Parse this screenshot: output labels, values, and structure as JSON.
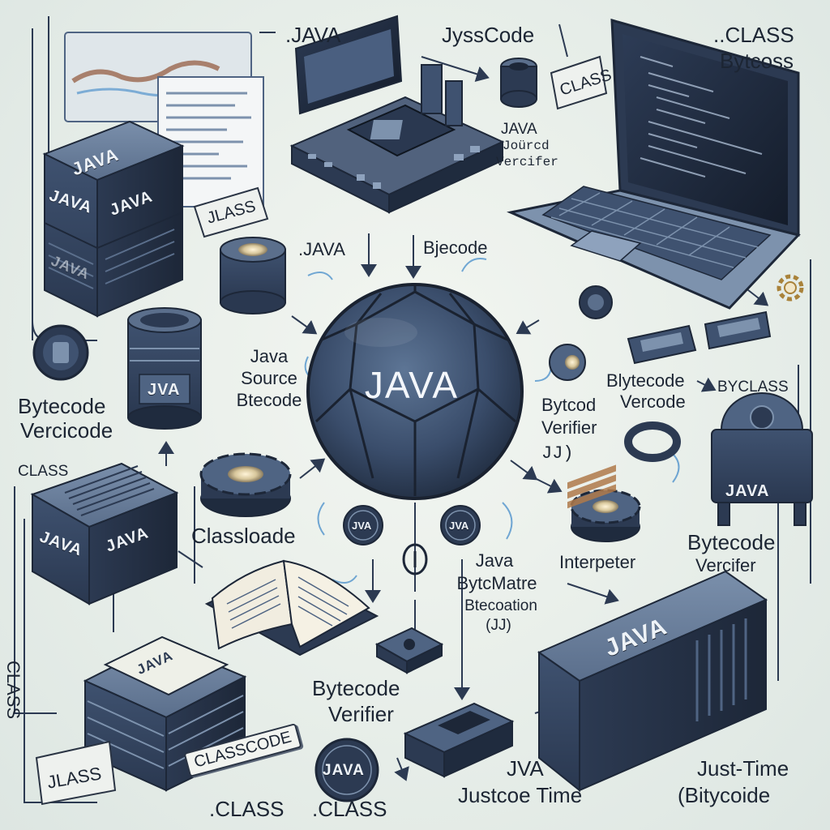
{
  "labels": {
    "top_java": ".JAVA",
    "top_jysscode": "JyssCode",
    "top_class_bytecoss_1": "..CLASS",
    "top_class_bytecoss_2": "Bytcoss",
    "class_tag_top": "CLASS",
    "java_source_verifier_1": "JAVA",
    "java_source_verifier_2": "Joürcd",
    "java_source_verifier_3": "Vercifer",
    "jlass_tag_left": "JLASS",
    "mid_java": ".JAVA",
    "mid_bjecode": "Bjecode",
    "java_source_bytecode_1": "Java",
    "java_source_bytecode_2": "Source",
    "java_source_bytecode_3": "Btecode",
    "bytecode_vercicode_1": "Bytecode",
    "bytecode_vercicode_2": "Vercicode",
    "class_left": "CLASS",
    "classloade": "Classloade",
    "bytecode_vercode_1": "Blytecode",
    "bytecode_vercode_2": "Vercode",
    "bycss": "BYCLASS",
    "bytcod_verifier_1": "Bytcod",
    "bytcod_verifier_2": "Verifier",
    "jj": "JJ)",
    "java_bytematre_1": "Java",
    "java_bytematre_2": "BytcMatre",
    "java_bytematre_3": "Btecoation",
    "java_bytematre_4": "(JJ)",
    "interpeter": "Interpeter",
    "bytecode_vercifer_1": "Bytecode",
    "bytecode_vercifer_2": "Vercifer",
    "class_vertical": "CLASS",
    "bytecode_verifier_1": "Bytecode",
    "bytecode_verifier_2": "Verifier",
    "classcode_tag": "CLASSCODE",
    "jlass_tag_bottom": "JLASS",
    "class_bottom_1": ".CLASS",
    "class_bottom_2": ".CLASS",
    "jva_justcoe_1": "JVA",
    "jva_justcoe_2": "Justcoe Time",
    "just_time_1": "Just-Time",
    "just_time_2": "(Bitycoide"
  },
  "core": {
    "title": "JAVA"
  },
  "chips": {
    "server_top": "JAVA",
    "server_mid_left": "JAVA",
    "server_mid_right": "JAVA",
    "server_bottom": "JAVA",
    "jar": "JVA",
    "crate_left": "JAVA",
    "crate_right": "JAVA",
    "book_stack": "JAVA",
    "tower": "JAVA",
    "robot": "JAVA",
    "badge_left": "JVA",
    "badge_right": "JVA",
    "badge_bottom": "JAVA"
  },
  "colors": {
    "background": "#e9efe9",
    "navy": "#2c3a52",
    "steel": "#4f6483",
    "light_steel": "#7d92ad",
    "ink": "#1c2533",
    "accent_blue": "#3b86c7"
  }
}
